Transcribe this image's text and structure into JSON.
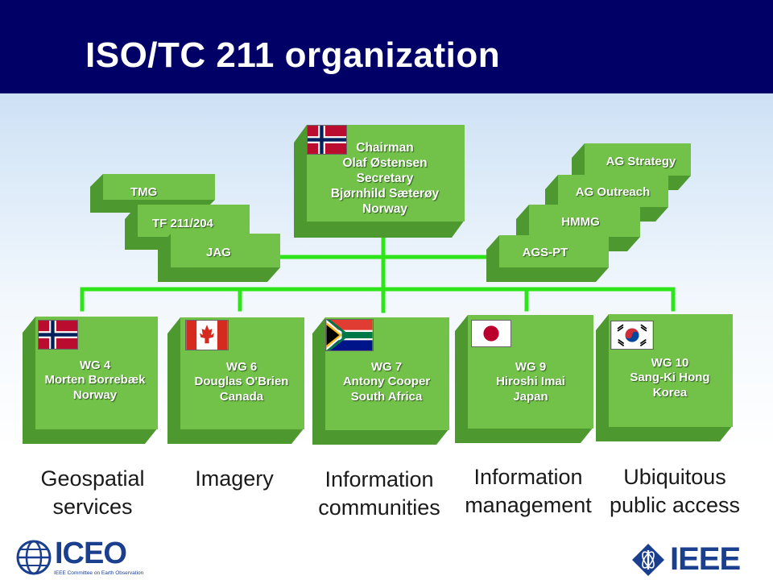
{
  "slide": {
    "title": "ISO/TC 211 organization"
  },
  "chair": {
    "line1": "Chairman",
    "line2": "Olaf Østensen",
    "line3": "Secretary",
    "line4": "Bjørnhild Sæterøy",
    "line5": "Norway",
    "flag": "norway-flag"
  },
  "left_groups": {
    "tmg": "TMG",
    "tf": "TF 211/204",
    "jag": "JAG"
  },
  "right_groups": {
    "ag_strategy": "AG Strategy",
    "ag_outreach": "AG Outreach",
    "hmmg": "HMMG",
    "ags_pt": "AGS-PT"
  },
  "working_groups": [
    {
      "wg": "WG 4",
      "convenor": "Morten Borrebæk",
      "country": "Norway",
      "flag": "norway-flag",
      "domain1": "Geospatial",
      "domain2": "services"
    },
    {
      "wg": "WG 6",
      "convenor": "Douglas O'Brien",
      "country": "Canada",
      "flag": "canada-flag",
      "domain1": "Imagery",
      "domain2": ""
    },
    {
      "wg": "WG 7",
      "convenor": "Antony Cooper",
      "country": "South Africa",
      "flag": "south-africa-flag",
      "domain1": "Information",
      "domain2": "communities"
    },
    {
      "wg": "WG 9",
      "convenor": "Hiroshi Imai",
      "country": "Japan",
      "flag": "japan-flag",
      "domain1": "Information",
      "domain2": "management"
    },
    {
      "wg": "WG 10",
      "convenor": "Sang-Ki Hong",
      "country": "Korea",
      "flag": "korea-flag",
      "domain1": "Ubiquitous",
      "domain2": "public access"
    }
  ],
  "logos": {
    "iceo_name": "ICEO",
    "iceo_sub": "IEEE Committee on Earth Observation",
    "ieee_name": "IEEE"
  },
  "colors": {
    "header": "#000066",
    "box_front": "#72c24a",
    "box_side": "#4e9830",
    "box_top": "#9dd97a",
    "connector": "#2ee51a"
  }
}
